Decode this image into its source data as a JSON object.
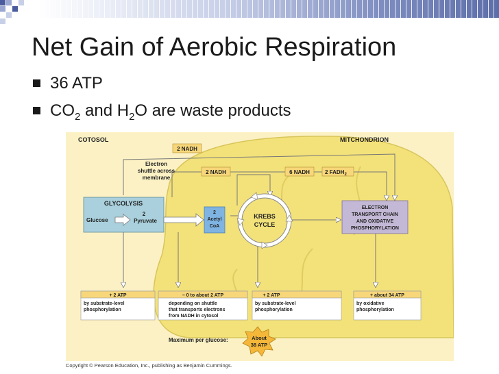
{
  "slide": {
    "title": "Net Gain of Aerobic Respiration",
    "bullets": [
      {
        "text": "36 ATP"
      },
      {
        "pre": "CO",
        "sub1": "2",
        "mid": " and H",
        "sub2": "2",
        "post": "O are waste products"
      }
    ]
  },
  "diagram": {
    "cytosol_label": "COTOSOL",
    "mitochondrion_label": "MITCHONDRION",
    "nadh_top": "2 NADH",
    "shuttle_label": [
      "Electron",
      "shuttle across",
      "membrane"
    ],
    "nadh_mid": "2 NADH",
    "nadh_six": "6 NADH",
    "fadh_pre": "2 FADH",
    "fadh_sub": "2",
    "glycolysis_title": "GLYCOLYSIS",
    "glucose": "Glucose",
    "pyruvate_num": "2",
    "pyruvate": "Pyruvate",
    "acetyl": [
      "2",
      "Acetyl",
      "CoA"
    ],
    "krebs": [
      "KREBS",
      "CYCLE"
    ],
    "etc": [
      "ELECTRON",
      "TRANSPORT CHAIN",
      "AND OXIDATIVE",
      "PHOSPHORYLATION"
    ],
    "yields": [
      {
        "amount": "+ 2 ATP",
        "desc": [
          "by substrate-level",
          "phosphorylation"
        ]
      },
      {
        "amount": "– 0 to about 2 ATP",
        "desc": [
          "depending on shuttle",
          "that transports electrons",
          "from NADH in cytosol"
        ]
      },
      {
        "amount": "+ 2 ATP",
        "desc": [
          "by substrate-level",
          "phosphorylation"
        ]
      },
      {
        "amount": "+ about 34 ATP",
        "desc": [
          "by oxidative",
          "phosphorylation"
        ]
      }
    ],
    "max_label": "Maximum per glucose:",
    "total": [
      "About",
      "38 ATP"
    ]
  },
  "copyright": "Copyright © Pearson Education, Inc., publishing as Benjamin Cummings.",
  "colors": {
    "panel": "#fbf1c4",
    "mitochondrion": "#f3e27a",
    "glycolysis_box": "#a9d0dc",
    "etc_box": "#c3b8d6",
    "acetyl_box": "#7fb4e2",
    "label_box": "#f7d77a",
    "arrow_fill": "#ffffff"
  }
}
